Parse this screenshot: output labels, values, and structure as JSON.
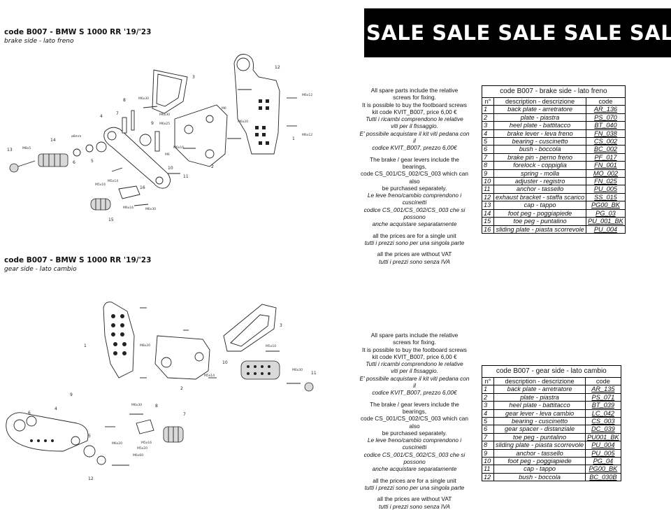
{
  "sale_banner": "SALE SALE SALE SALE SALE",
  "brake": {
    "title": "code B007 - BMW S 1000 RR '19/'23",
    "subtitle": "brake side - lato freno",
    "table_title": "code B007 - brake side - lato freno",
    "headers": [
      "n°",
      "description - descrizione",
      "code"
    ],
    "rows": [
      [
        "1",
        "back plate - arretratore",
        "AR_136"
      ],
      [
        "2",
        "plate - piastra",
        "PS_070"
      ],
      [
        "3",
        "heel plate - battitacco",
        "BT_040"
      ],
      [
        "4",
        "brake lever - leva freno",
        "FN_038"
      ],
      [
        "5",
        "bearing - cuscinetto",
        "CS_002"
      ],
      [
        "6",
        "bush - boccola",
        "BC_002"
      ],
      [
        "7",
        "brake pin - perno freno",
        "PF_017"
      ],
      [
        "8",
        "forelock - coppiglia",
        "FN_001"
      ],
      [
        "9",
        "spring - molla",
        "MO_002"
      ],
      [
        "10",
        "adjuster - registro",
        "FN_025"
      ],
      [
        "11",
        "anchor - tassello",
        "PU_005"
      ],
      [
        "12",
        "exhaust bracket - staffa scarico",
        "SS_015"
      ],
      [
        "13",
        "cap - tappo",
        "PG00_BK"
      ],
      [
        "14",
        "foot peg - poggiapiede",
        "PG_03"
      ],
      [
        "15",
        "toe peg - puntalino",
        "PU_001_BK"
      ],
      [
        "16",
        "sliding plate - piasta scorrevole",
        "PU_004"
      ]
    ],
    "notes": [
      "All spare parts include the relative",
      "screws for fixing.",
      "It is possible to buy the footboard screws",
      "kit code KVIT_B007, price 6,00 €",
      "Tutti i ricambi comprendono le relative",
      "viti per il fissaggio.",
      "E' possibile acquistare il kit viti pedana con il",
      "codice KVIT_B007, prezzo 6,00€",
      "The brake / gear levers include the bearings,",
      "code CS_001/CS_002/CS_003 which can also",
      "be purchased separately.",
      "Le leve freno/cambio comprendono i cuscinetti",
      "codice CS_001/CS_002/CS_003 che si possono",
      "anche acquistare separatamente",
      "all the prices are for a single unit",
      "tutti i prezzi sono per una singola parte",
      "all the prices are without VAT",
      "tutti i prezzi sono senza IVA"
    ],
    "callouts": [
      "1",
      "2",
      "3",
      "4",
      "5",
      "6",
      "7",
      "8",
      "9",
      "10",
      "11",
      "12",
      "13",
      "14",
      "15",
      "16"
    ],
    "screw_labels": [
      "M6x30",
      "M6x30",
      "M6x20",
      "M6x20",
      "M6x25",
      "M6",
      "M6x12",
      "M6x12",
      "M6x16",
      "M5x16",
      "M6x16",
      "M6x30",
      "M6",
      "M8x5",
      "M5x14",
      "ø8mm"
    ]
  },
  "gear": {
    "title": "code B007 - BMW S 1000 RR '19/'23",
    "subtitle": "gear side - lato cambio",
    "table_title": "code B007 - gear side - lato cambio",
    "headers": [
      "n°",
      "description - descrizione",
      "code"
    ],
    "rows": [
      [
        "1",
        "back plate - arretratore",
        "AR_135"
      ],
      [
        "2",
        "plate - piastra",
        "PS_071"
      ],
      [
        "3",
        "heel plate - battitacco",
        "BT_039"
      ],
      [
        "4",
        "gear lever - leva cambio",
        "LC_042"
      ],
      [
        "5",
        "bearing - cuscinetto",
        "CS_003"
      ],
      [
        "6",
        "gear spacer - distanziale",
        "DC_039"
      ],
      [
        "7",
        "toe peg - puntalino",
        "PU001_BK"
      ],
      [
        "8",
        "sliding plate - piasta scorrevole",
        "PU_004"
      ],
      [
        "9",
        "anchor - tassello",
        "PU_005"
      ],
      [
        "10",
        "foot peg - poggiapiede",
        "PG_04"
      ],
      [
        "11",
        "cap - tappo",
        "PG00_BK"
      ],
      [
        "12",
        "bush - boccola",
        "BC_030B"
      ]
    ],
    "notes": [
      "All spare parts include the relative",
      "screws for fixing.",
      "It is possible to buy the footboard screws",
      "kit code KVIT_B007, price 6,00 €",
      "Tutti i ricambi comprendono le relative",
      "viti per il fissaggio.",
      "E' possibile acquistare il kit viti pedana con il",
      "codice KVIT_B007, prezzo 6,00€",
      "The brake / gear levers include the bearings,",
      "code CS_001/CS_002/CS_003 which can also",
      "be purchased separately.",
      "Le leve freno/cambio comprendono i cuscinetti",
      "codice CS_001/CS_002/CS_003 che si possono",
      "anche acquistare separatamente",
      "all the prices are for a single unit",
      "tutti i prezzi sono per una singola parte",
      "all the prices are without VAT",
      "tutti i prezzi sono senza IVA"
    ],
    "callouts": [
      "1",
      "2",
      "3",
      "4",
      "5",
      "6",
      "7",
      "8",
      "9",
      "10",
      "11",
      "12"
    ],
    "screw_labels": [
      "M8x20",
      "M5x14",
      "M5x10",
      "M6x30",
      "M6x20",
      "M6x30",
      "M5x20",
      "M5x16",
      "M6x60"
    ]
  }
}
